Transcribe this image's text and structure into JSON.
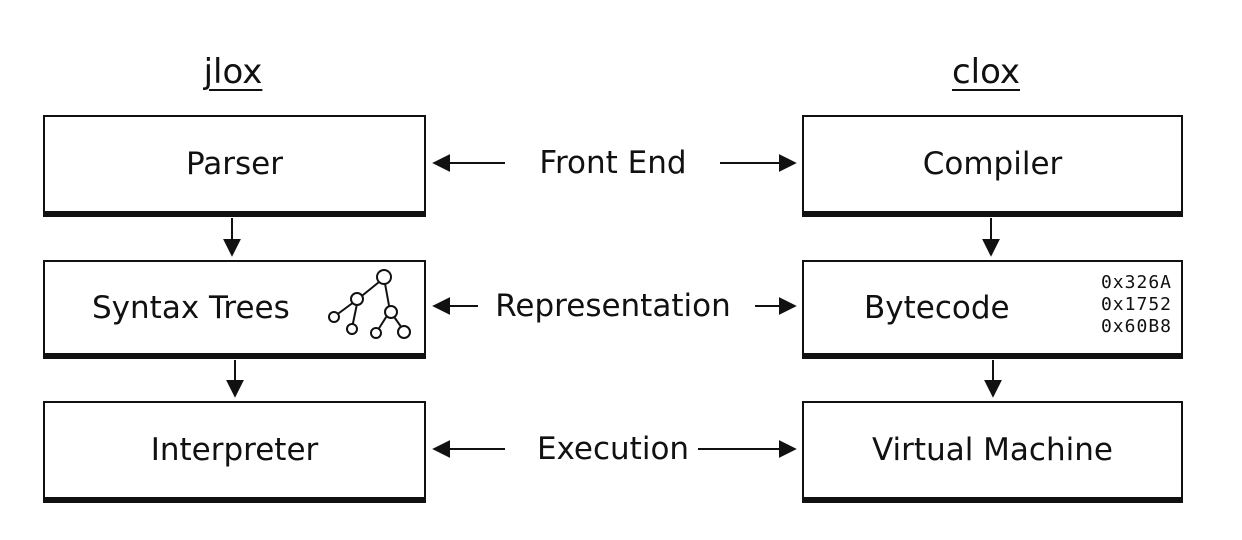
{
  "jlox": {
    "title": "jlox",
    "stages": [
      "Parser",
      "Syntax Trees",
      "Interpreter"
    ]
  },
  "clox": {
    "title": "clox",
    "stages": [
      "Compiler",
      "Bytecode",
      "Virtual Machine"
    ],
    "bytecode_samples": [
      "0x326A",
      "0x1752",
      "0x60B8"
    ]
  },
  "phases": [
    "Front End",
    "Representation",
    "Execution"
  ],
  "icons": {
    "tree": "syntax-tree-icon"
  }
}
